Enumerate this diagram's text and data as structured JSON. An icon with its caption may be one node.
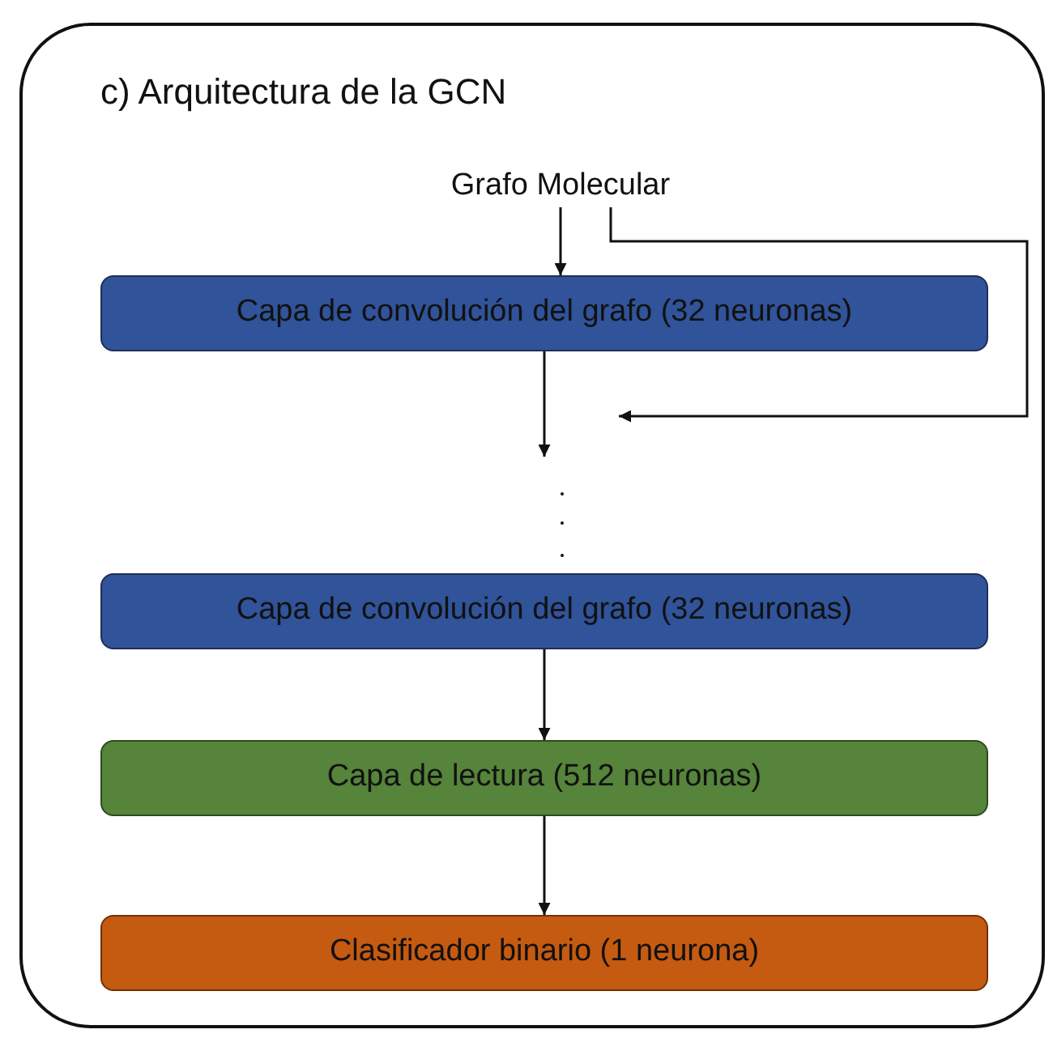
{
  "diagram": {
    "nodes": [
      {
        "text": [
          "c) Arquitectura de la GCN"
        ]
      },
      {
        "text": [
          "Grafo Molecular"
        ],
        "in": 0
      },
      {
        "text": [
          "Capa de convolución del grafo (32 neuronas)"
        ],
        "in": 0
      },
      {
        "text": [
          "Capa de convolución del grafo (32 neuronas)"
        ],
        "in": 0
      },
      {
        "text": [
          "Capa de lectura (512 neuronas)"
        ],
        "in": 0
      },
      {
        "text": [
          "Clasificador binario (1 neurona)"
        ],
        "in": 0
      }
    ],
    "edges": [
      {
        "from": 1,
        "to": 2,
        "arrow": "to"
      },
      {
        "from": 2,
        "to": null,
        "arrow": "to"
      },
      {
        "from": 1,
        "to": null,
        "arrow": "to"
      },
      {
        "from": 3,
        "to": 4,
        "arrow": "to"
      },
      {
        "from": 4,
        "to": 5,
        "arrow": "to"
      }
    ]
  }
}
